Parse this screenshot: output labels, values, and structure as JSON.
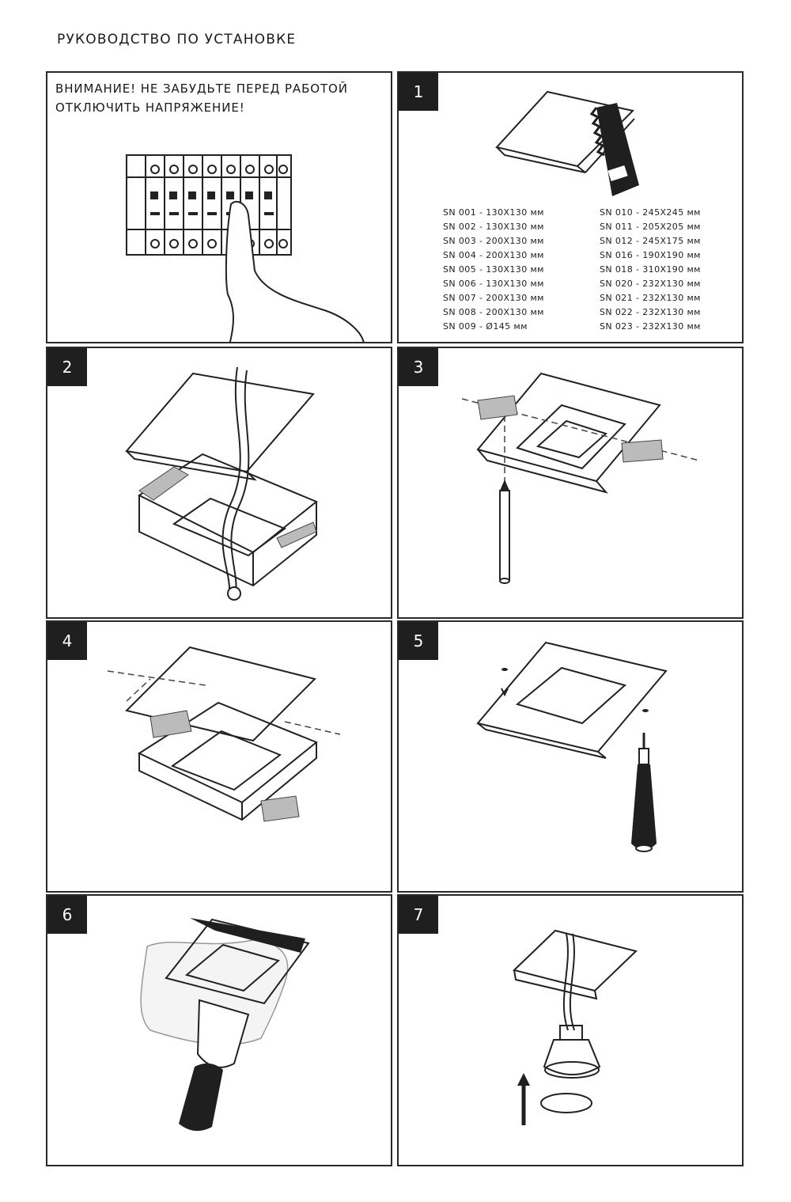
{
  "title": "РУКОВОДСТВО ПО УСТАНОВКЕ",
  "warning": {
    "line1": "ВНИМАНИЕ! НЕ ЗАБУДЬТЕ ПЕРЕД РАБОТОЙ",
    "line2": "ОТКЛЮЧИТЬ НАПРЯЖЕНИЕ!"
  },
  "steps": {
    "s1": "1",
    "s2": "2",
    "s3": "3",
    "s4": "4",
    "s5": "5",
    "s6": "6",
    "s7": "7"
  },
  "sizes_left": [
    "SN 001 - 130X130 мм",
    "SN 002 - 130X130 мм",
    "SN 003 - 200X130 мм",
    "SN 004 - 200X130 мм",
    "SN 005 - 130X130 мм",
    "SN 006 - 130X130 мм",
    "SN 007 - 200X130 мм",
    "SN 008 - 200X130 мм",
    "SN 009 - Ø145 мм"
  ],
  "sizes_right": [
    "SN 010 - 245X245 мм",
    "SN 011 - 205X205 мм",
    "SN 012 - 245X175 мм",
    "SN 016 - 190X190 мм",
    "SN 018 - 310X190 мм",
    "SN 020 - 232X130 мм",
    "SN 021 - 232X130 мм",
    "SN 022 - 232X130 мм",
    "SN 023 - 232X130 мм"
  ]
}
